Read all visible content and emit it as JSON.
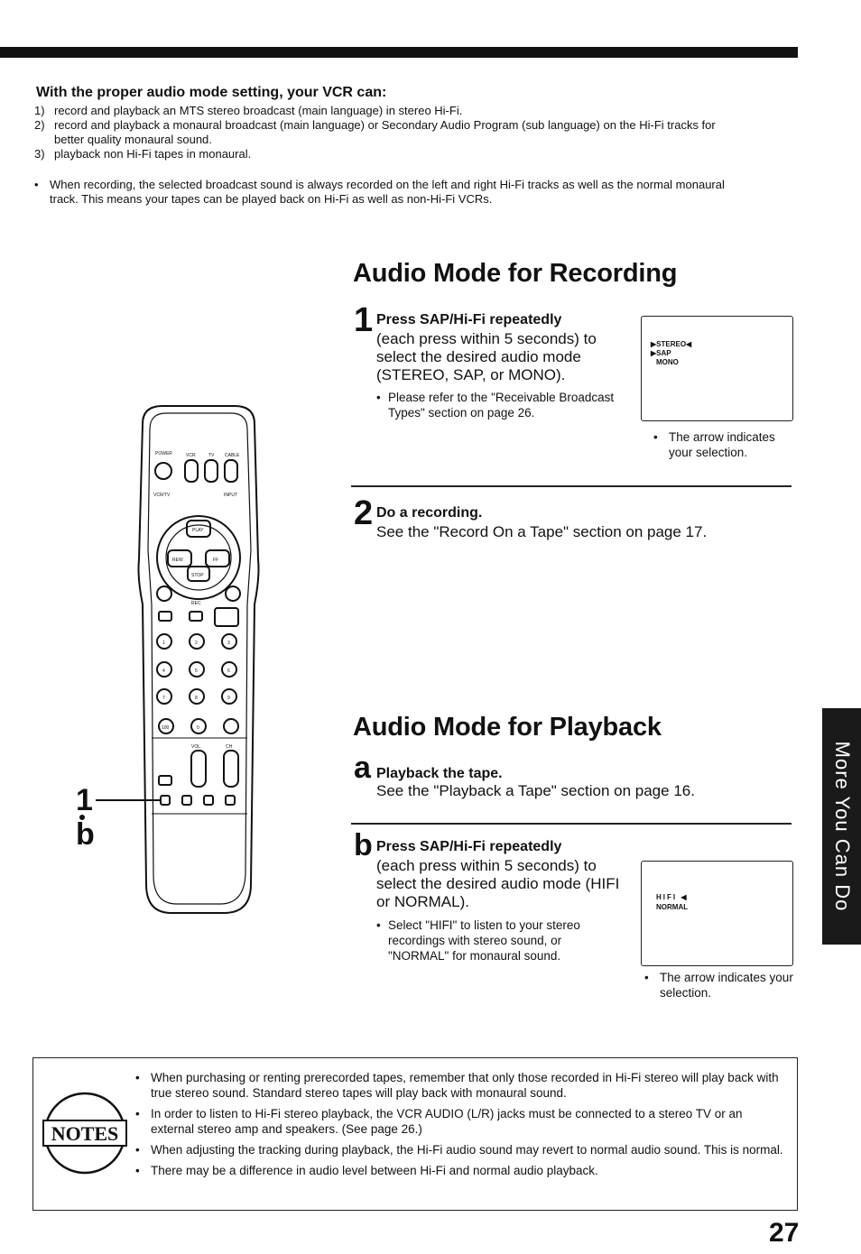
{
  "intro": {
    "title": "With the proper audio mode setting, your VCR can:",
    "items": [
      {
        "num": "1)",
        "text": "record and playback an MTS stereo broadcast (main language) in stereo Hi-Fi."
      },
      {
        "num": "2)",
        "text": "record and playback a monaural broadcast (main language) or Secondary Audio Program (sub language) on the Hi-Fi tracks for better quality monaural sound."
      },
      {
        "num": "3)",
        "text": "playback non Hi-Fi tapes in monaural."
      }
    ],
    "note": "When recording, the selected broadcast sound is always recorded on the left and right Hi-Fi tracks as well as the normal monaural track. This means your tapes can be played back on Hi-Fi as well as non-Hi-Fi VCRs."
  },
  "recording": {
    "heading": "Audio Mode for Recording",
    "step1": {
      "num": "1",
      "title": "Press SAP/Hi-Fi repeatedly",
      "body": "(each press within 5 seconds) to select the desired audio mode (STEREO, SAP, or MONO).",
      "note": "Please refer to the \"Receivable Broadcast Types\" section on page 26.",
      "screen_lines": [
        "▶STEREO◀",
        "▶SAP",
        "MONO"
      ],
      "caption": "The arrow indicates your selection."
    },
    "step2": {
      "num": "2",
      "title": "Do a recording.",
      "body": "See the \"Record On a Tape\" section on page 17."
    }
  },
  "playback": {
    "heading": "Audio Mode for Playback",
    "stepa": {
      "letter": "a",
      "title": "Playback the tape.",
      "body": "See the \"Playback a Tape\" section on page 16."
    },
    "stepb": {
      "letter": "b",
      "title": "Press SAP/Hi-Fi repeatedly",
      "body": "(each press within 5 seconds) to select the desired audio mode (HIFI or NORMAL).",
      "note": "Select \"HIFI\" to listen to your stereo recordings with stereo sound, or \"NORMAL\" for monaural sound.",
      "screen_lines": [
        "HIFI ◀",
        "NORMAL"
      ],
      "caption": "The arrow indicates your selection."
    }
  },
  "remote": {
    "callout_top": "1",
    "callout_bottom": "b",
    "labels": {
      "power": "POWER",
      "vcr": "VCR",
      "tv": "TV",
      "cable": "CABLE",
      "vcrtv": "VCR/TV",
      "input": "INPUT",
      "play": "PLAY",
      "stop": "STOP",
      "rew": "REW",
      "ff": "FF",
      "record": "REC",
      "digits": [
        "1",
        "2",
        "3",
        "4",
        "5",
        "6",
        "7",
        "8",
        "9",
        "100",
        "0"
      ],
      "vol": "VOL",
      "ch": "CH"
    }
  },
  "side_tab": "More You Can Do",
  "notes": {
    "label": "NOTES",
    "items": [
      "When purchasing or renting prerecorded tapes, remember that only those recorded in Hi-Fi stereo will play back with true stereo sound. Standard stereo tapes will play back with monaural sound.",
      "In order to listen to Hi-Fi stereo playback, the VCR AUDIO (L/R) jacks must be connected to a stereo TV or an external stereo amp and speakers. (See page 26.)",
      "When adjusting the tracking during playback, the Hi-Fi audio sound may revert to normal audio sound. This is normal.",
      "There may be a difference in audio level between Hi-Fi and normal audio playback."
    ]
  },
  "page_number": "27"
}
